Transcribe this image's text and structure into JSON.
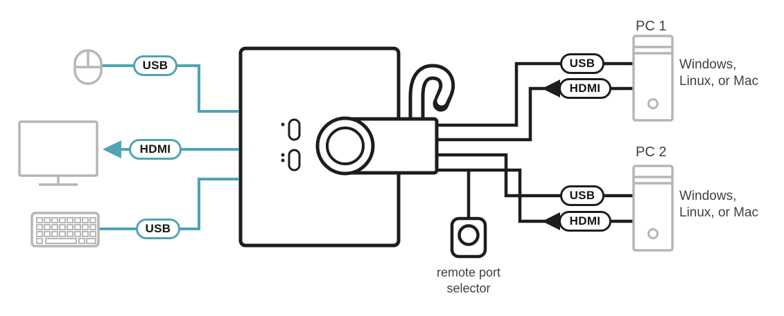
{
  "colors": {
    "teal_accent": "#4FA4B5",
    "cable_black": "#1D1D1D",
    "device_gray": "#B5B5B5",
    "label_text": "#3F3F3F"
  },
  "left_devices": {
    "mouse_pill": "USB",
    "monitor_pill": "HDMI",
    "keyboard_pill": "USB"
  },
  "remote_selector": {
    "line1": "remote port",
    "line2": "selector"
  },
  "pc1": {
    "name": "PC 1",
    "os_line1": "Windows,",
    "os_line2": "Linux, or Mac",
    "usb_pill": "USB",
    "hdmi_pill": "HDMI"
  },
  "pc2": {
    "name": "PC 2",
    "os_line1": "Windows,",
    "os_line2": "Linux, or Mac",
    "usb_pill": "USB",
    "hdmi_pill": "HDMI"
  },
  "icons": {
    "mouse": "mouse-icon",
    "monitor": "monitor-icon",
    "keyboard": "keyboard-icon",
    "kvm_switch": "kvm-switch",
    "cable_connector": "kvm-cable-connector",
    "remote_selector": "remote-port-selector-icon",
    "pc_tower_1": "pc1-icon",
    "pc_tower_2": "pc2-icon"
  }
}
